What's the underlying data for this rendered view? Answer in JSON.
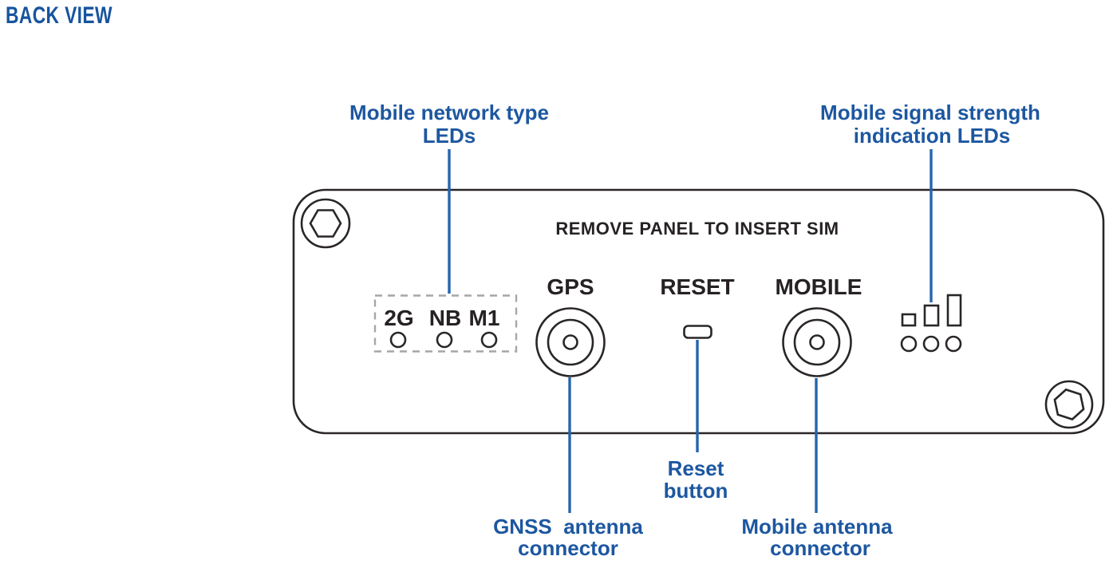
{
  "title": "BACK VIEW",
  "panel": {
    "sim_notice": "REMOVE PANEL TO INSERT SIM",
    "gps_label": "GPS",
    "reset_label": "RESET",
    "mobile_label": "MOBILE"
  },
  "network_leds": {
    "led1": "2G",
    "led2": "NB",
    "led3": "M1"
  },
  "callouts": {
    "network_type": {
      "line1": "Mobile network type",
      "line2": "LEDs"
    },
    "signal_strength": {
      "line1": "Mobile signal strength",
      "line2": "indication LEDs"
    },
    "reset": {
      "line1": "Reset",
      "line2": "button"
    },
    "gnss": {
      "line1": "GNSS  antenna",
      "line2": "connector"
    },
    "mobile": {
      "line1": "Mobile antenna",
      "line2": "connector"
    }
  },
  "colors": {
    "label_blue": "#1d57a0",
    "line_blue": "#2565ae",
    "ink": "#262223",
    "dashed_gray": "#a6a6a6"
  }
}
